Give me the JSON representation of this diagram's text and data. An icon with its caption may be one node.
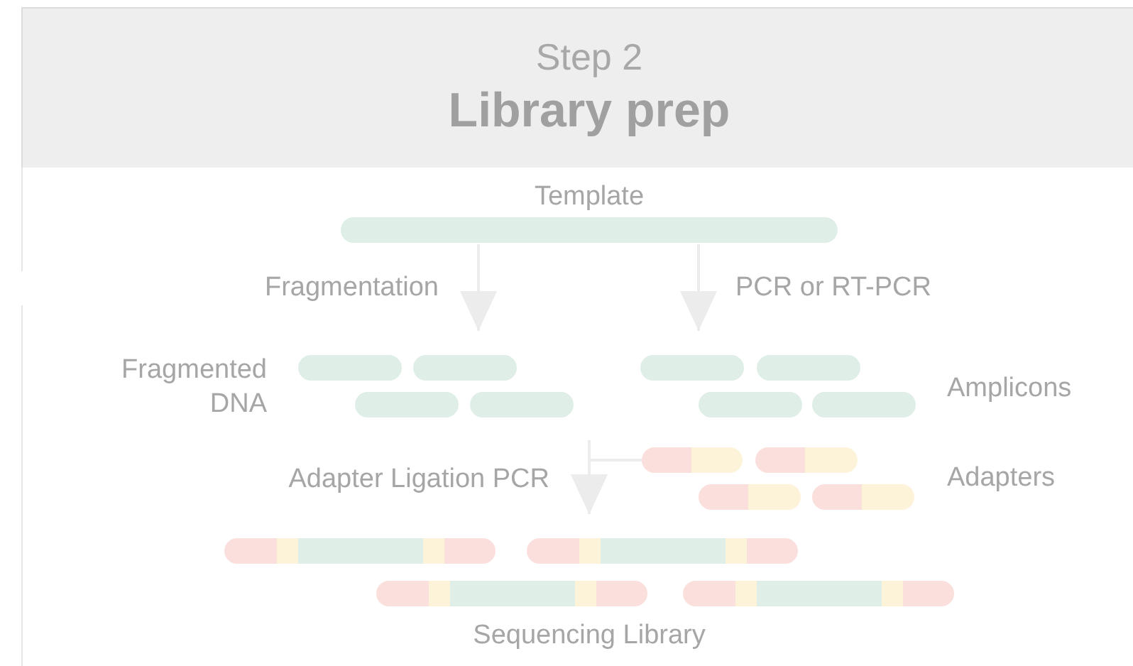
{
  "diagram": {
    "title": "Library prep",
    "nodes": [
      {
        "text": [
          "Template"
        ]
      },
      {
        "text": [],
        "shape": "bar"
      },
      {
        "text": [],
        "shape": "bar"
      },
      {
        "text": [],
        "shape": "bar"
      },
      {
        "text": [],
        "shape": "bar"
      },
      {
        "text": [],
        "shape": "bar"
      },
      {
        "text": [],
        "shape": "bar"
      },
      {
        "text": [],
        "shape": "bar"
      },
      {
        "text": [],
        "shape": "bar"
      },
      {
        "text": [],
        "shape": "bar"
      },
      {
        "text": [],
        "shape": "bar"
      },
      {
        "text": [],
        "shape": "bar"
      },
      {
        "text": [],
        "shape": "bar"
      },
      {
        "text": [],
        "shape": "bar"
      },
      {
        "text": [],
        "shape": "bar"
      },
      {
        "text": [],
        "shape": "bar"
      },
      {
        "text": [],
        "shape": "bar"
      }
    ],
    "edges": [
      {
        "from": 0,
        "to": 2,
        "arrow": "to",
        "label": "Fragmentation"
      },
      {
        "from": 0,
        "to": 5,
        "arrow": "to",
        "label": "PCR or RT-PCR"
      },
      {
        "from": null,
        "to": 14,
        "arrow": "to",
        "label": "Adapter Ligation PCR"
      },
      {
        "from": 9,
        "to": 14,
        "arrow": "to"
      }
    ],
    "labels": [
      "Step 2",
      "Fragmented DNA",
      "Amplicons",
      "Adapters",
      "Sequencing Library"
    ]
  }
}
